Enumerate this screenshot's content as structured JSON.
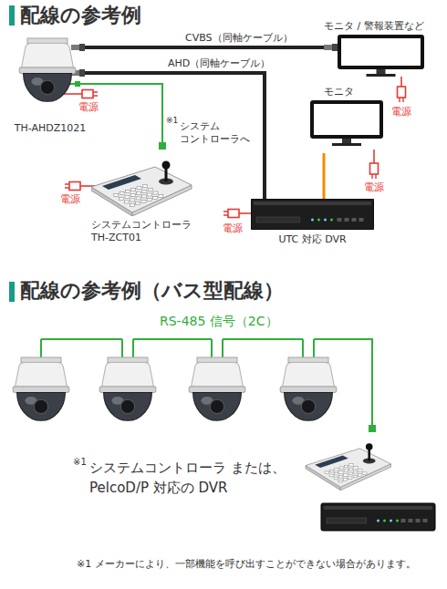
{
  "diagram": {
    "title": "配線の参考例",
    "nodes": [
      {
        "text": [
          "TH-AHDZ1021"
        ]
      },
      {
        "text": [
          "モニタ / 警報装置など"
        ]
      },
      {
        "text": [
          "モニタ"
        ]
      },
      {
        "text": [
          "システムコントローラ TH-ZCT01"
        ]
      },
      {
        "text": [
          "UTC 対応 DVR"
        ]
      }
    ],
    "edges": [
      {
        "from": 0,
        "to": 1,
        "label": "CVBS（同軸ケーブル）",
        "arrow": "none"
      },
      {
        "from": 0,
        "to": 4,
        "label": "AHD（同軸ケーブル）",
        "arrow": "none"
      },
      {
        "from": 4,
        "to": 2,
        "arrow": "none"
      }
    ],
    "labels": [
      "電源",
      "※1",
      "システム コントローラへ",
      "電源",
      "電源",
      "電源",
      "電源",
      "配線の参考例（バス型配線）",
      "RS-485 信号（2C）",
      "※1",
      "システムコントローラ または、 PelcoD/P 対応の DVR",
      "※1 メーカーにより、一部機能を呼び出すことができない場合があります。"
    ]
  }
}
